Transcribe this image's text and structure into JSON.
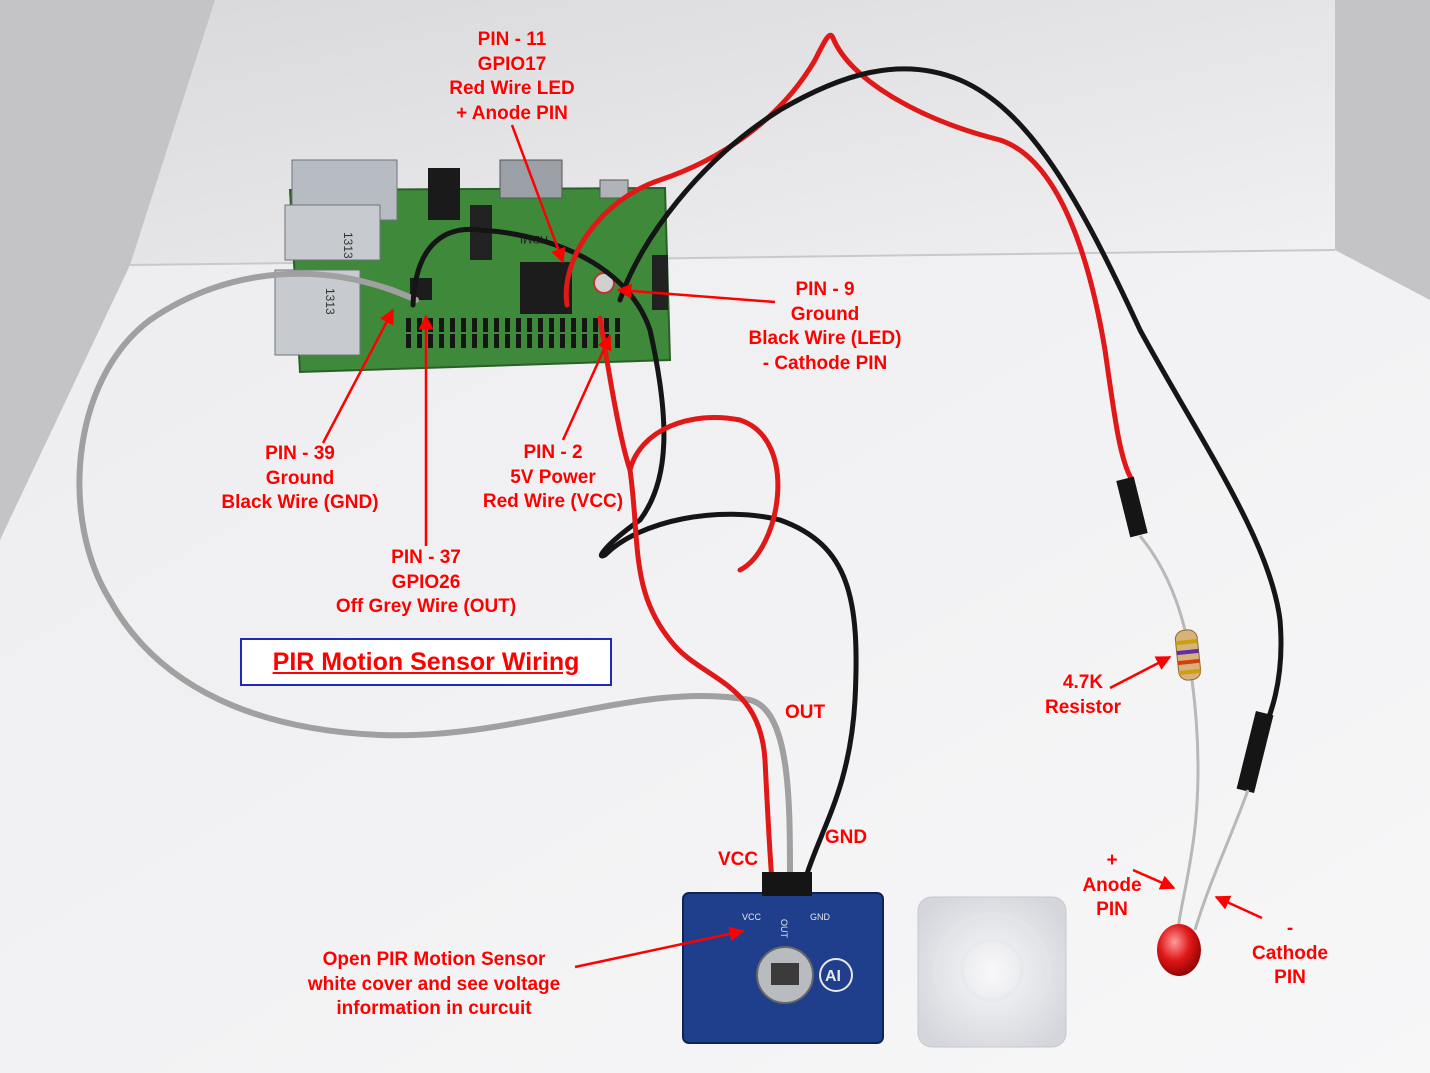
{
  "title": "PIR Motion Sensor Wiring",
  "colors": {
    "annotation": "#ff0000",
    "title_border": "#1f2ab8",
    "board_green": "#3e8a3a",
    "sensor_blue": "#1f3f8c",
    "wire_red": "#e01818",
    "wire_black": "#151515",
    "wire_grey": "#a0a0a0"
  },
  "labels": {
    "pin11": [
      "PIN - 11",
      "GPIO17",
      "Red Wire LED",
      "+ Anode PIN"
    ],
    "pin9": [
      "PIN - 9",
      "Ground",
      "Black Wire (LED)",
      "- Cathode PIN"
    ],
    "pin39": [
      "PIN - 39",
      "Ground",
      "Black Wire (GND)"
    ],
    "pin2": [
      "PIN - 2",
      "5V Power",
      "Red Wire (VCC)"
    ],
    "pin37": [
      "PIN - 37",
      "GPIO26",
      "Off Grey Wire (OUT)"
    ],
    "out": "OUT",
    "gnd": "GND",
    "vcc": "VCC",
    "resistor": [
      "4.7K",
      "Resistor"
    ],
    "anode": [
      "+",
      "Anode",
      "PIN"
    ],
    "cathode": [
      "-",
      "Cathode",
      "PIN"
    ],
    "sensor_note": [
      "Open PIR Motion Sensor",
      "white cover and see voltage",
      "information in curcuit"
    ]
  },
  "silkscreen": {
    "usb_mark": "1313",
    "hdmi": "HDMI",
    "sensor_vcc": "VCC",
    "sensor_out": "OUT",
    "sensor_gnd": "GND",
    "sensor_logo": "AI"
  }
}
